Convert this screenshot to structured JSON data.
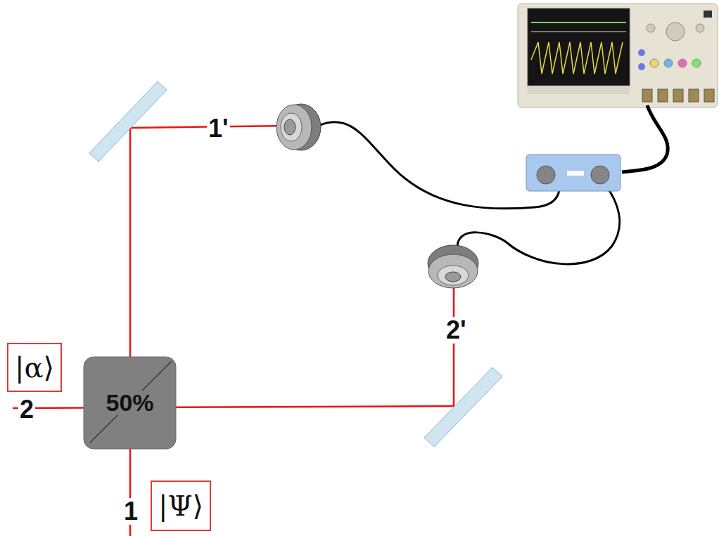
{
  "diagram": {
    "nodes": [
      {
        "text": [
          "|α⟩"
        ]
      },
      {
        "text": [
          "50%"
        ]
      },
      {
        "text": [
          "|Ψ⟩"
        ]
      }
    ],
    "labels": [
      "1'",
      "2'",
      "2",
      "1"
    ]
  }
}
